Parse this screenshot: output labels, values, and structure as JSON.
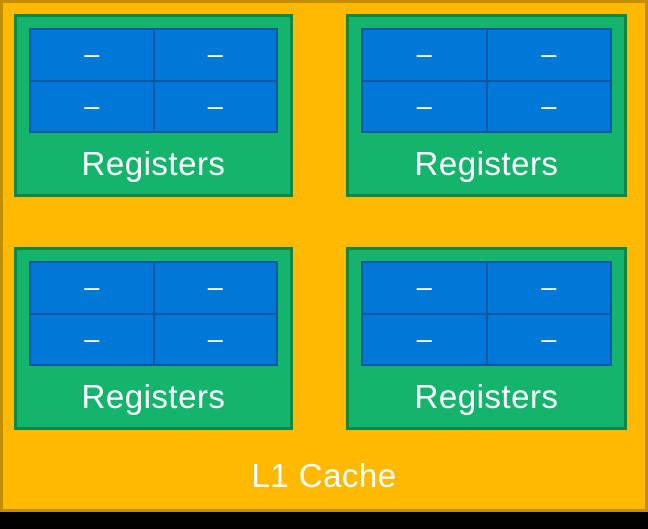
{
  "colors": {
    "orange": "#FFB900",
    "panel_border": "#C18E00",
    "green": "#14B46C",
    "green_border": "#0E8745",
    "blue": "#0078D7",
    "blue_border": "#0D57A5",
    "text": "#FFFFFF",
    "black": "#000000"
  },
  "panel": {
    "label": "L1 Cache"
  },
  "register_boxes": [
    {
      "label": "Registers",
      "cells": [
        "–",
        "–",
        "–",
        "–"
      ]
    },
    {
      "label": "Registers",
      "cells": [
        "–",
        "–",
        "–",
        "–"
      ]
    },
    {
      "label": "Registers",
      "cells": [
        "–",
        "–",
        "–",
        "–"
      ]
    },
    {
      "label": "Registers",
      "cells": [
        "–",
        "–",
        "–",
        "–"
      ]
    }
  ]
}
